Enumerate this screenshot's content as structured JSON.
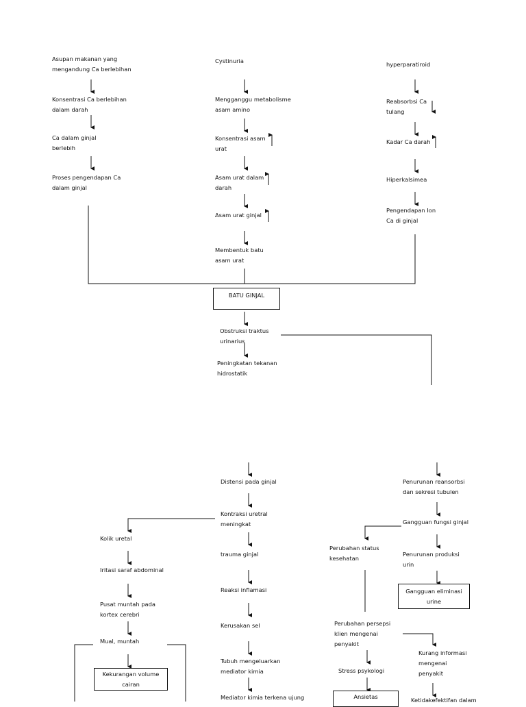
{
  "title_box": "BATU GINJAL",
  "column_left": {
    "asupan": "Asupan makanan yang\nmengandung  Ca berlebihan",
    "konsentrasi_ca": "Konsentrasi Ca berlebihan\ndalam darah",
    "ca_ginjal": "Ca dalam ginjal\nberlebih",
    "proses": "Proses pengendapan Ca\ndalam ginjal"
  },
  "column_middle": {
    "cystinuria": "Cystinuria",
    "mengganggu": "Mengganggu metabolisme\nasam  amino",
    "konsentrasi_asam": "Konsentrasi asam\nurat",
    "asam_darah": "Asam urat dalam\ndarah",
    "asam_ginjal": "Asam urat ginjal",
    "membentuk": "Membentuk batu\nasam urat"
  },
  "column_right": {
    "hyper": "hyperparatiroid",
    "reabsorbsi": "Reabsorbsi Ca\ntulang",
    "kadar": "Kadar Ca darah",
    "hiperkalsimea": "Hiperkalsimea",
    "pengendapan": "Pengendapan Ion\nCa di ginjal"
  },
  "center_flow": {
    "obstruksi": "Obstruksi traktus\nurinarius",
    "peningkatan": "Peningkatan tekanan\nhidrostatik"
  },
  "lower_middle": {
    "distensi": "Distensi pada ginjal",
    "kontraksi": "Kontraksi uretral\nmeningkat",
    "trauma": "trauma ginjal",
    "reaksi": "Reaksi inflamasi",
    "kerusakan": "Kerusakan sel",
    "tubuh": "Tubuh mengeluarkan\nmediator kimia",
    "mediator": "Mediator kimia terkena ujung"
  },
  "lower_left": {
    "kolik": "Kolik uretal",
    "iritasi": "Iritasi saraf abdominal",
    "pusat": "Pusat muntah pada\nkortex cerebri",
    "mual": "Mual, muntah",
    "kekurangan": "Kekurangan volume\ncairan"
  },
  "lower_right": {
    "penurunan_reabsorbsi": "Penurunan reansorbsi\ndan sekresi tubulen",
    "gangguan_fungsi": "Gangguan fungsi ginjal",
    "perubahan_status": "Perubahan status\nkesehatan",
    "penurunan_produksi": "Penurunan produksi\nurin",
    "gangguan_eliminasi": "Gangguan eliminasi\nurine",
    "perubahan_persepsi": "Perubahan persepsi\nklien mengenai\npenyakit",
    "kurang_informasi": "Kurang informasi\nmengenai\npenyakit",
    "stress": "Stress psykologi",
    "ansietas": "Ansietas",
    "ketidakefektifan": "Ketidakefektifan dalam"
  }
}
